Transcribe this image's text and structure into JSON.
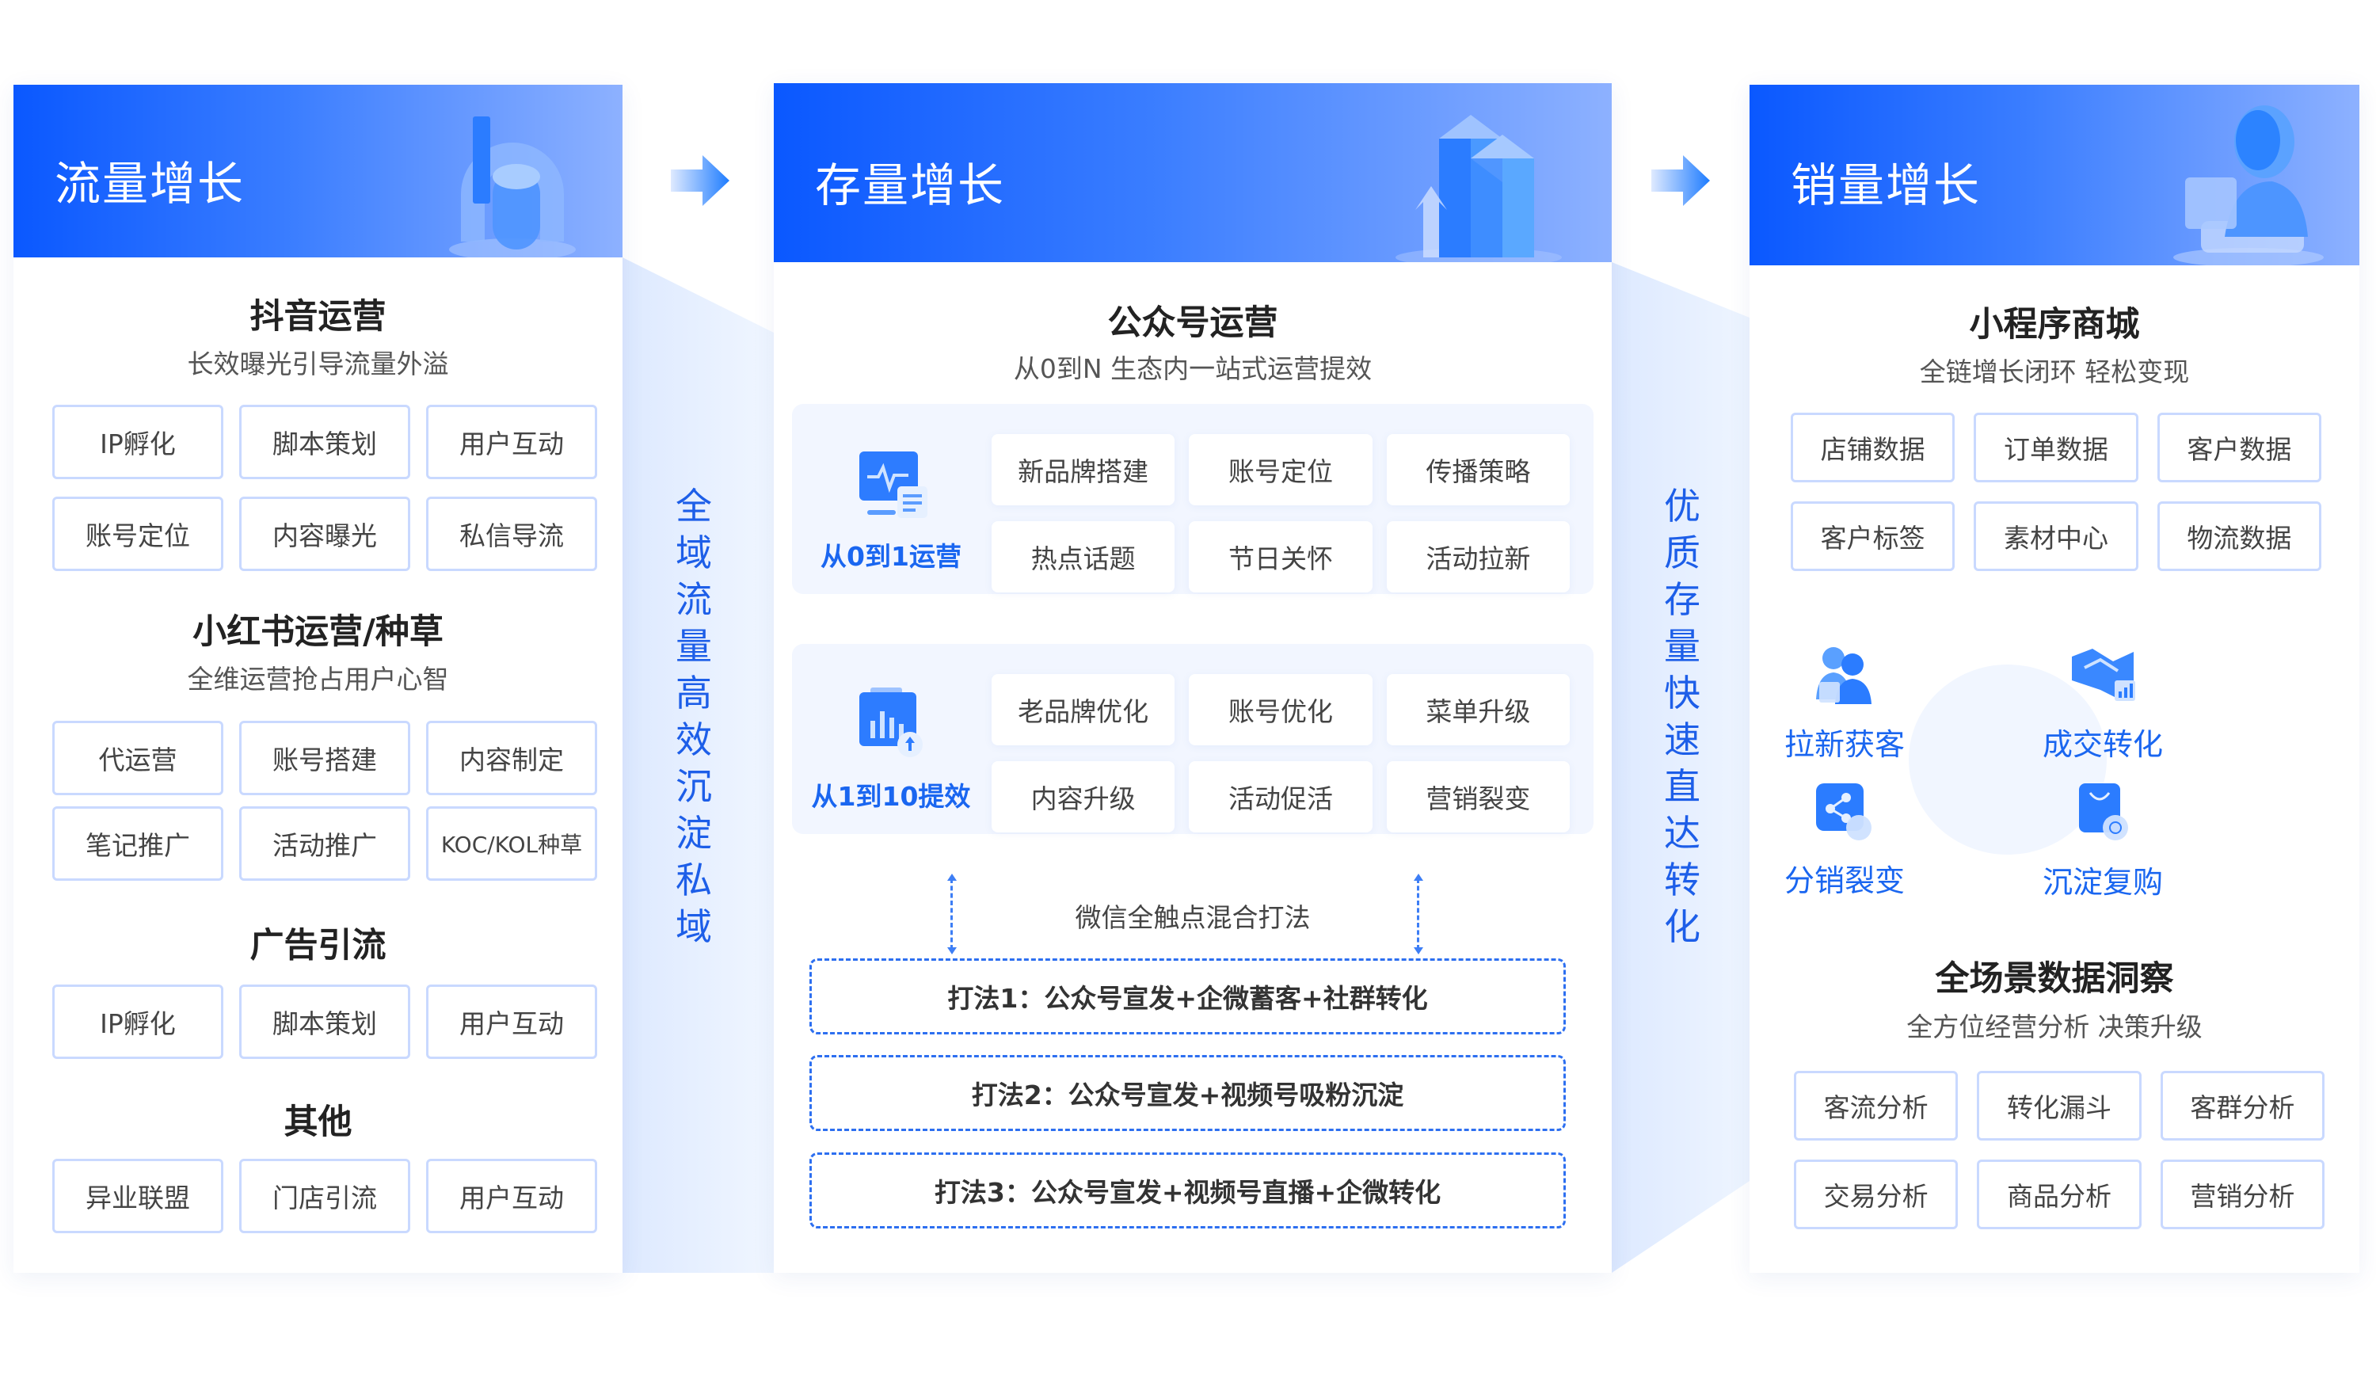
{
  "columns": {
    "traffic": {
      "header": "流量增长",
      "sections": [
        {
          "title": "抖音运营",
          "subtitle": "长效曝光引导流量外溢",
          "chips": [
            "IP孵化",
            "脚本策划",
            "用户互动",
            "账号定位",
            "内容曝光",
            "私信导流"
          ]
        },
        {
          "title": "小红书运营/种草",
          "subtitle": "全维运营抢占用户心智",
          "chips": [
            "代运营",
            "账号搭建",
            "内容制定",
            "笔记推广",
            "活动推广",
            "KOC/KOL种草"
          ]
        },
        {
          "title": "广告引流",
          "chips": [
            "IP孵化",
            "脚本策划",
            "用户互动"
          ]
        },
        {
          "title": "其他",
          "chips": [
            "异业联盟",
            "门店引流",
            "用户互动"
          ]
        }
      ]
    },
    "stock": {
      "header": "存量增长",
      "title": "公众号运营",
      "subtitle": "从0到N 生态内一站式运营提效",
      "panels": [
        {
          "label": "从0到1运营",
          "icon": "monitor-pulse-icon",
          "tiles": [
            "新品牌搭建",
            "账号定位",
            "传播策略",
            "热点话题",
            "节日关怀",
            "活动拉新"
          ]
        },
        {
          "label": "从1到10提效",
          "icon": "chart-upload-icon",
          "tiles": [
            "老品牌优化",
            "账号优化",
            "菜单升级",
            "内容升级",
            "活动促活",
            "营销裂变"
          ]
        }
      ],
      "mix_label": "微信全触点混合打法",
      "plays": [
        "打法1：公众号宣发+企微蓄客+社群转化",
        "打法2：公众号宣发+视频号吸粉沉淀",
        "打法3：公众号宣发+视频号直播+企微转化"
      ]
    },
    "sales": {
      "header": "销量增长",
      "mall": {
        "title": "小程序商城",
        "subtitle": "全链增长闭环 轻松变现",
        "chips": [
          "店铺数据",
          "订单数据",
          "客户数据",
          "客户标签",
          "素材中心",
          "物流数据"
        ]
      },
      "features": [
        {
          "label": "拉新获客",
          "icon": "users-icon"
        },
        {
          "label": "成交转化",
          "icon": "handshake-icon"
        },
        {
          "label": "分销裂变",
          "icon": "share-icon"
        },
        {
          "label": "沉淀复购",
          "icon": "shopping-bag-icon"
        }
      ],
      "insight": {
        "title": "全场景数据洞察",
        "subtitle": "全方位经营分析 决策升级",
        "chips": [
          "客流分析",
          "转化漏斗",
          "客群分析",
          "交易分析",
          "商品分析",
          "营销分析"
        ]
      }
    }
  },
  "bands": {
    "left": "全域流量高效沉淀私域",
    "right": "优质存量快速直达转化"
  },
  "colors": {
    "primary": "#0a58ff",
    "accent_text": "#1a66f0",
    "chip_border": "#c9d9ff",
    "band_bg": "#e3eeff"
  }
}
